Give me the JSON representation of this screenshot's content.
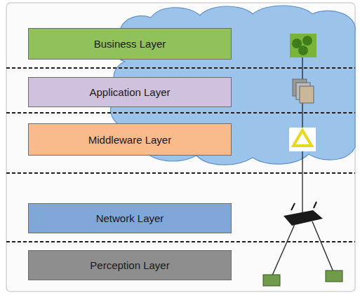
{
  "diagram": {
    "nodes": [
      {
        "text": [
          "Business Layer"
        ]
      },
      {
        "text": [
          "Application Layer"
        ]
      },
      {
        "text": [
          "Middleware Layer"
        ]
      },
      {
        "text": [
          "Network Layer"
        ]
      },
      {
        "text": [
          "Perception Layer"
        ]
      }
    ]
  }
}
